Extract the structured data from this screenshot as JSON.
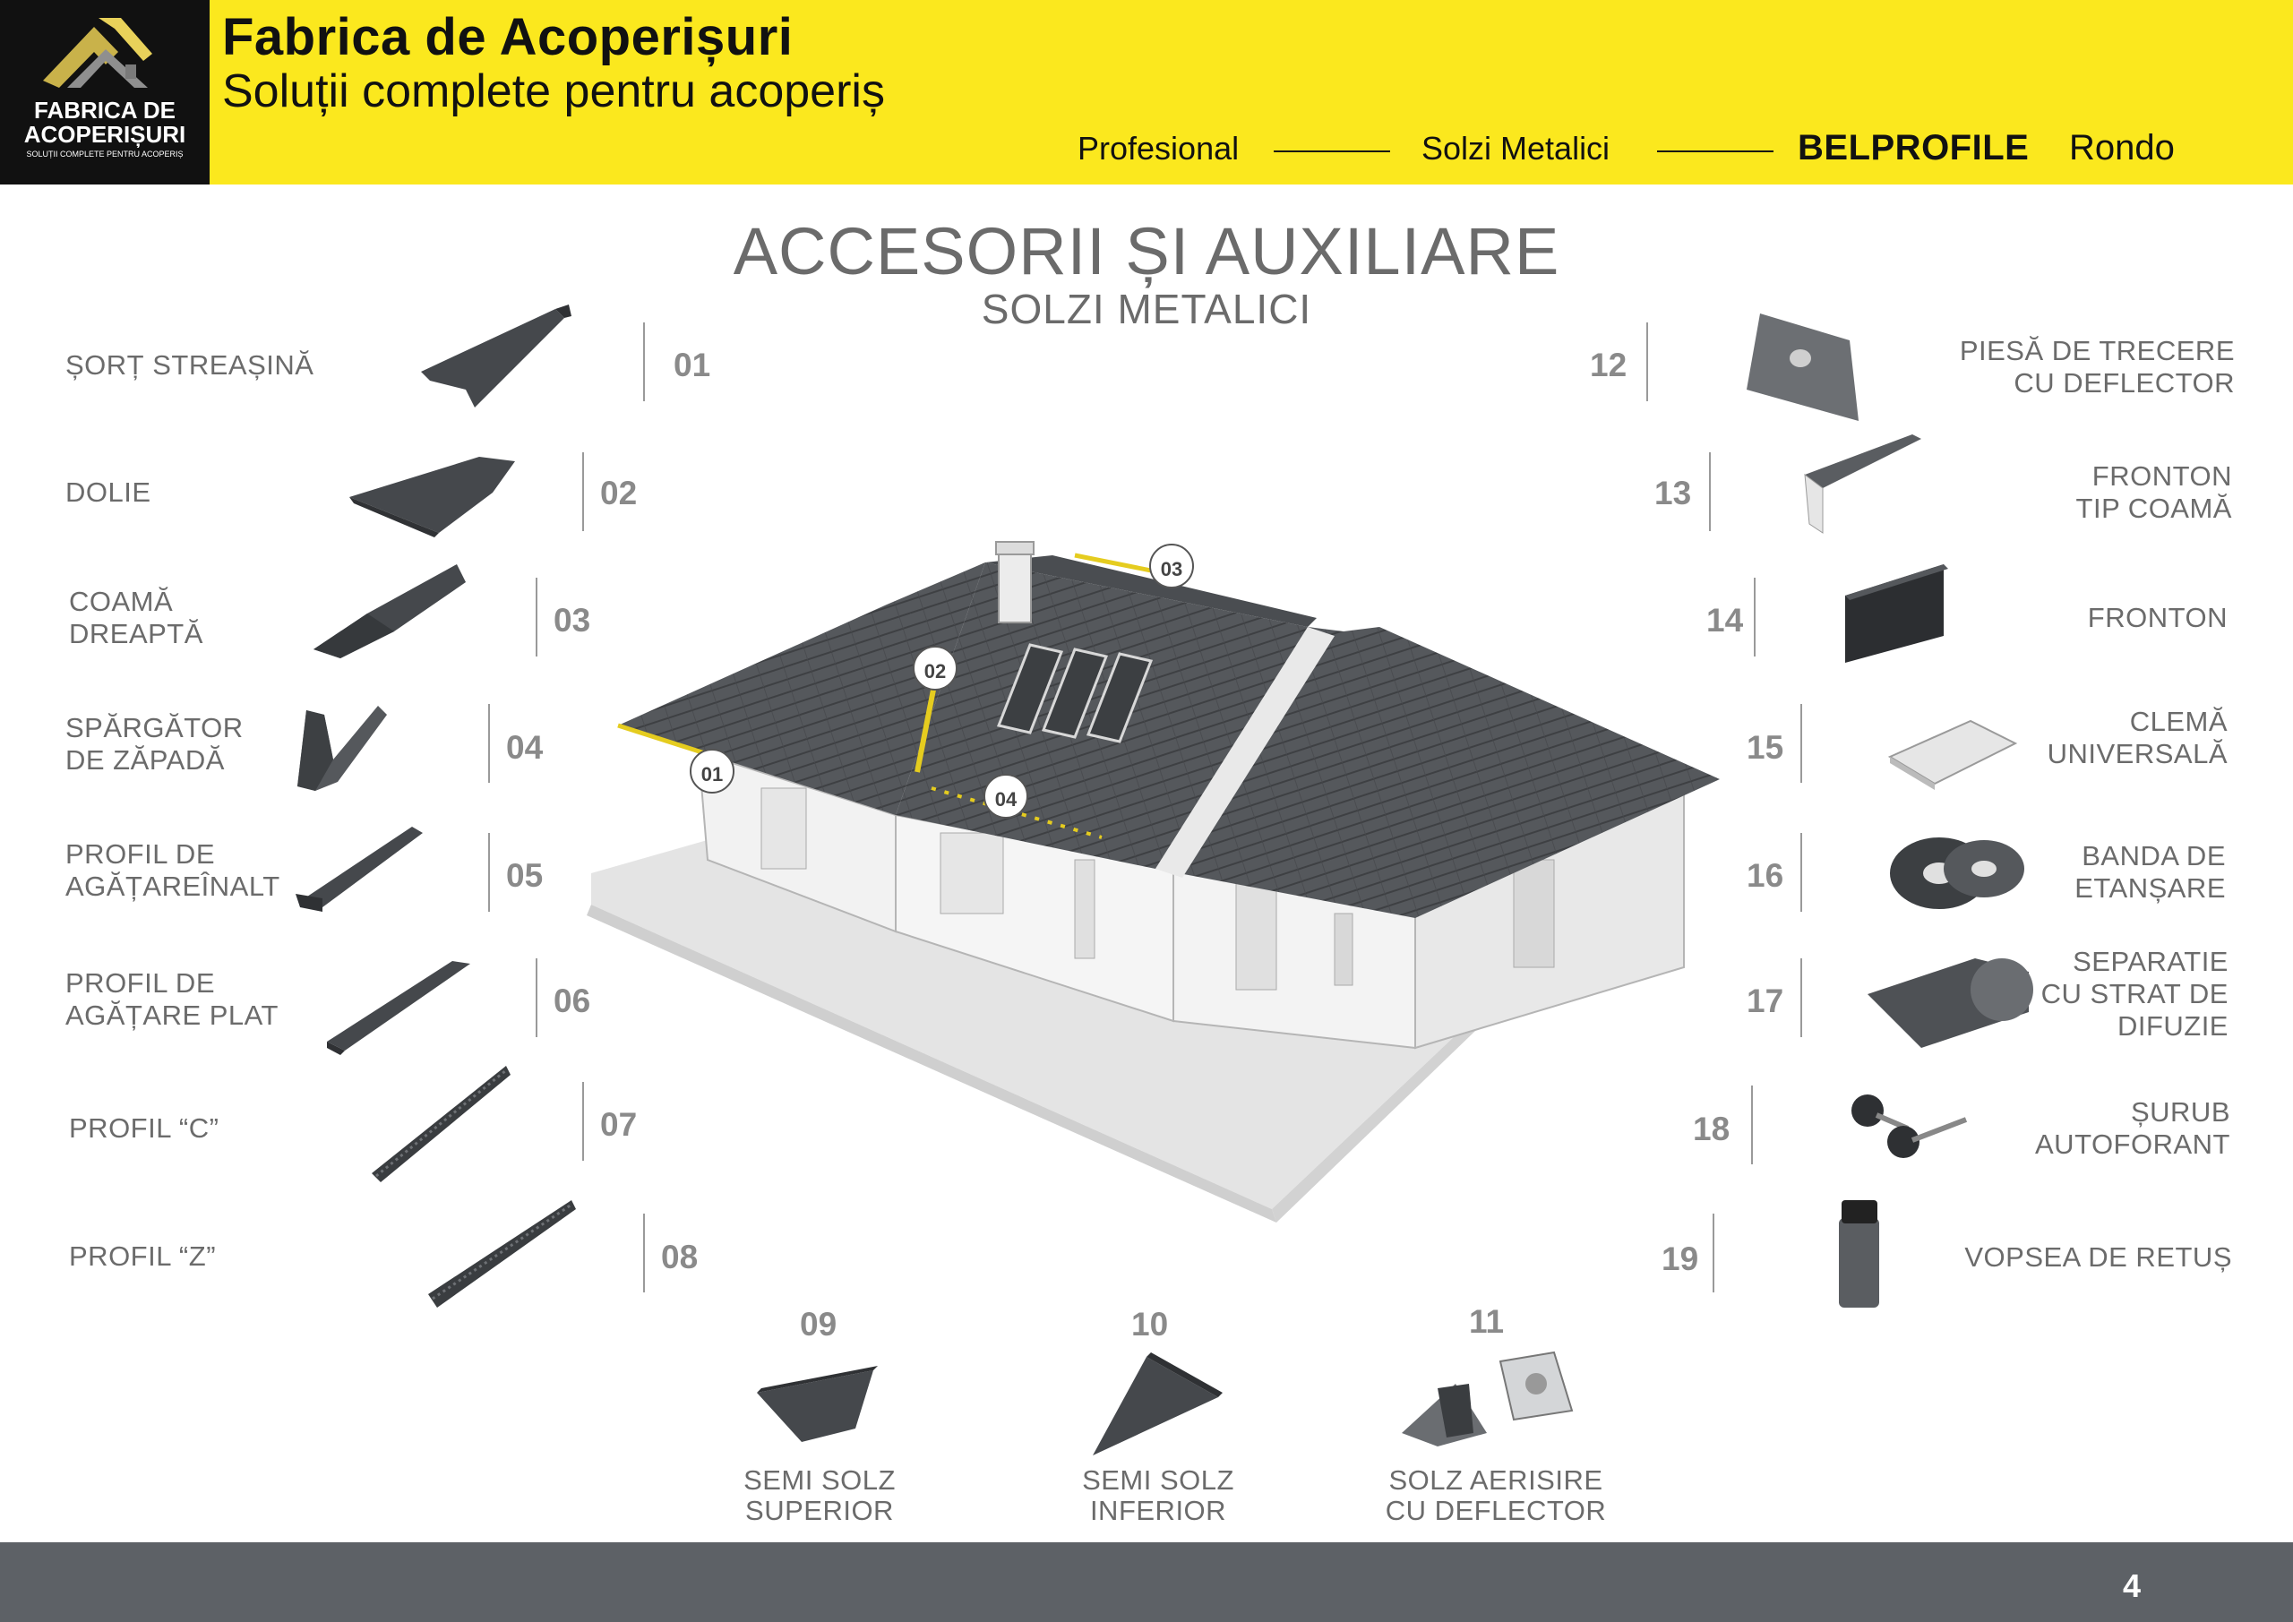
{
  "header": {
    "brand_title": "Fabrica de Acoperișuri",
    "brand_subtitle": "Soluții complete pentru acoperiș",
    "logo": {
      "line1": "FABRICA DE",
      "line2": "ACOPERIȘURI",
      "tagline": "SOLUȚII COMPLETE PENTRU ACOPERIȘ"
    },
    "breadcrumb": [
      "Profesional",
      "Solzi Metalici"
    ],
    "brand": "BELPROFILE",
    "model": "Rondo",
    "accent_color": "#fbe81e"
  },
  "title": "ACCESORII ȘI AUXILIARE",
  "subtitle": "SOLZI METALICI",
  "diagram_callouts": [
    "01",
    "02",
    "03",
    "04"
  ],
  "left_items": [
    {
      "num": "01",
      "label": [
        "ȘORȚ STREAȘINĂ"
      ]
    },
    {
      "num": "02",
      "label": [
        "DOLIE"
      ]
    },
    {
      "num": "03",
      "label": [
        "COAMĂ",
        "DREAPTĂ"
      ]
    },
    {
      "num": "04",
      "label": [
        "SPĂRGĂTOR",
        "DE ZĂPADĂ"
      ]
    },
    {
      "num": "05",
      "label": [
        "PROFIL DE",
        "AGĂȚAREÎNALT"
      ]
    },
    {
      "num": "06",
      "label": [
        "PROFIL DE",
        "AGĂȚARE PLAT"
      ]
    },
    {
      "num": "07",
      "label": [
        "PROFIL “C”"
      ]
    },
    {
      "num": "08",
      "label": [
        "PROFIL “Z”"
      ]
    }
  ],
  "bottom_items": [
    {
      "num": "09",
      "label": [
        "SEMI SOLZ",
        "SUPERIOR"
      ]
    },
    {
      "num": "10",
      "label": [
        "SEMI SOLZ",
        "INFERIOR"
      ]
    },
    {
      "num": "11",
      "label": [
        "SOLZ  AERISIRE",
        "CU DEFLECTOR"
      ]
    }
  ],
  "right_items": [
    {
      "num": "12",
      "label": [
        "PIESĂ DE TRECERE",
        "CU DEFLECTOR"
      ]
    },
    {
      "num": "13",
      "label": [
        "FRONTON",
        "TIP COAMĂ"
      ]
    },
    {
      "num": "14",
      "label": [
        "FRONTON"
      ]
    },
    {
      "num": "15",
      "label": [
        "CLEMĂ",
        "UNIVERSALĂ"
      ]
    },
    {
      "num": "16",
      "label": [
        "BANDA DE",
        "ETANȘARE"
      ]
    },
    {
      "num": "17",
      "label": [
        "SEPARATIE",
        "CU STRAT DE",
        "DIFUZIE"
      ]
    },
    {
      "num": "18",
      "label": [
        "ȘURUB",
        "AUTOFORANT"
      ]
    },
    {
      "num": "19",
      "label": [
        "VOPSEA DE RETUȘ"
      ]
    }
  ],
  "footer": {
    "page_number": "4"
  }
}
